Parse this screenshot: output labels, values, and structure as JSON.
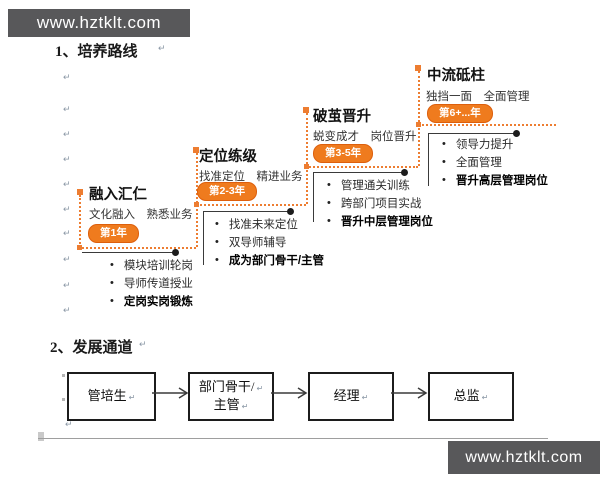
{
  "watermark": {
    "text": "www.hztklt.com",
    "bg": "#58585a",
    "fg": "#ffffff"
  },
  "headings": {
    "h1": "1、培养路线",
    "h2": "2、发展通道"
  },
  "pm": "↵",
  "colors": {
    "accent_orange": "#ed7d31",
    "badge_bg": "#ef7b1e",
    "badge_border": "#dd5f0c",
    "connector": "#3a3a3a",
    "watermark_bg": "#58585a",
    "flow_border": "#1c1c1c"
  },
  "stages": [
    {
      "title": "融入汇仁",
      "subtitle": "文化融入　熟悉业务",
      "badge": "第1年",
      "bullets": [
        "模块培训轮岗",
        "导师传道授业",
        "定岗实岗锻炼"
      ]
    },
    {
      "title": "定位练级",
      "subtitle": "找准定位　精进业务",
      "badge": "第2-3年",
      "bullets": [
        "找准未来定位",
        "双导师辅导",
        "成为部门骨干/主管"
      ]
    },
    {
      "title": "破茧晋升",
      "subtitle": "蜕变成才　岗位晋升",
      "badge": "第3-5年",
      "bullets": [
        "管理通关训练",
        "跨部门项目实战",
        "晋升中层管理岗位"
      ]
    },
    {
      "title": "中流砥柱",
      "subtitle": "独挡一面　全面管理",
      "badge": "第6+...年",
      "bullets": [
        "领导力提升",
        "全面管理",
        "晋升高层管理岗位"
      ]
    }
  ],
  "flow": [
    {
      "lines": [
        "管培生"
      ]
    },
    {
      "lines": [
        "部门骨干/",
        "主管"
      ]
    },
    {
      "lines": [
        "经理"
      ]
    },
    {
      "lines": [
        "总监"
      ]
    }
  ]
}
